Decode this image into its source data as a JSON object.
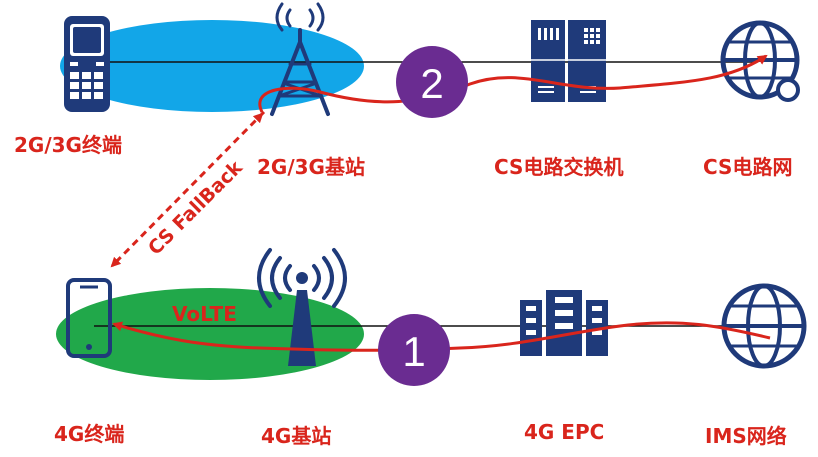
{
  "labels": {
    "terminal_2g3g": "2G/3G终端",
    "bs_2g3g": "2G/3G基站",
    "cs_switch": "CS电路交换机",
    "cs_network": "CS电路网",
    "terminal_4g": "4G终端",
    "bs_4g": "4G基站",
    "epc_4g": "4G EPC",
    "ims_network": "IMS网络",
    "cs_fallback": "CS FallBack",
    "volte": "VoLTE",
    "step1": "1",
    "step2": "2"
  },
  "colors": {
    "label_red": "#d9251c",
    "icon_navy": "#1f3a7a",
    "cell_2g3g": "#12a6e8",
    "cell_4g": "#21a84a",
    "step_circle": "#6a2c91",
    "link_line": "#111111"
  },
  "icons": {
    "terminal_2g3g": "feature-phone-icon",
    "bs_2g3g": "cell-tower-icon",
    "cs_switch": "server-rack-icon",
    "cs_network": "globe-icon",
    "terminal_4g": "smartphone-icon",
    "bs_4g": "lte-antenna-icon",
    "epc_4g": "server-cluster-icon",
    "ims_network": "globe-icon"
  }
}
